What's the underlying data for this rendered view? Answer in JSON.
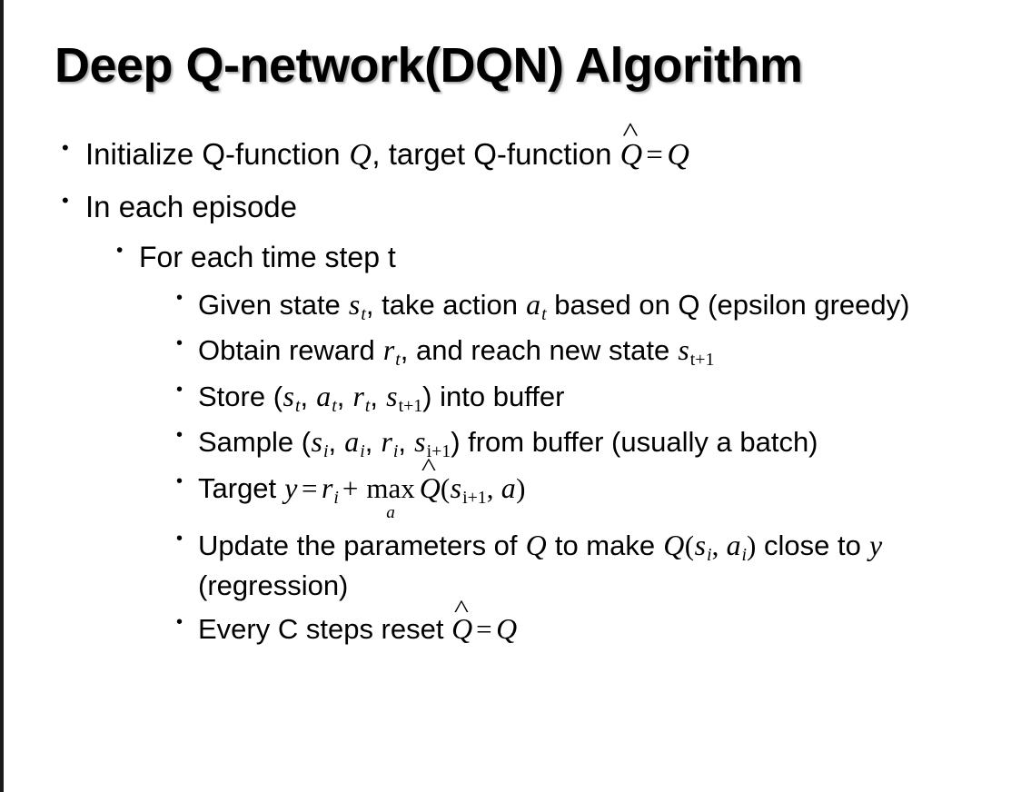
{
  "slide": {
    "title": "Deep Q-network(DQN) Algorithm",
    "background_color": "#ffffff",
    "text_color": "#000000",
    "border_color": "#1a1a1a",
    "bullet_glyph": "•"
  },
  "bullets": {
    "b1_pre": "Initialize Q-function ",
    "b1_q1": "Q",
    "b1_mid": ", target Q-function ",
    "b1_qhat": "Q",
    "b1_eq": "=",
    "b1_q2": "Q",
    "b2": "In each episode",
    "b3": "For each time step t",
    "b4_pre": "Given state ",
    "b4_s": "s",
    "b4_s_sub": "t",
    "b4_mid": ", take action ",
    "b4_a": "a",
    "b4_a_sub": "t",
    "b4_post": " based on Q (epsilon greedy)",
    "b5_pre": "Obtain reward ",
    "b5_r": "r",
    "b5_r_sub": "t",
    "b5_mid": ", and reach new state ",
    "b5_s": "s",
    "b5_s_sub": "t+1",
    "b6_pre": "Store (",
    "b6_s": "s",
    "b6_s_sub": "t",
    "b6_c1": ", ",
    "b6_a": "a",
    "b6_a_sub": "t",
    "b6_c2": ", ",
    "b6_r": "r",
    "b6_r_sub": "t",
    "b6_c3": ", ",
    "b6_s2": "s",
    "b6_s2_sub": "t+1",
    "b6_post": ") into buffer",
    "b7_pre": "Sample (",
    "b7_s": "s",
    "b7_s_sub": "i",
    "b7_c1": ", ",
    "b7_a": "a",
    "b7_a_sub": "i",
    "b7_c2": ", ",
    "b7_r": "r",
    "b7_r_sub": "i",
    "b7_c3": ", ",
    "b7_s2": "s",
    "b7_s2_sub": "i+1",
    "b7_post": ") from buffer (usually a batch)",
    "b8_pre": "Target ",
    "b8_y": "y",
    "b8_eq": "=",
    "b8_r": "r",
    "b8_r_sub": "i",
    "b8_plus": "+",
    "b8_op": "max",
    "b8_op_lim": "a",
    "b8_qhat": "Q",
    "b8_paren_open": "(",
    "b8_s": "s",
    "b8_s_sub": "i+1",
    "b8_comma": ", ",
    "b8_a": "a",
    "b8_paren_close": ")",
    "b9_pre": "Update the parameters of ",
    "b9_q1": "Q",
    "b9_mid": " to make ",
    "b9_q2": "Q",
    "b9_paren_open": "(",
    "b9_s": "s",
    "b9_s_sub": "i",
    "b9_comma": ", ",
    "b9_a": "a",
    "b9_a_sub": "i",
    "b9_paren_close": ")",
    "b9_post": " close to ",
    "b9_y": "y",
    "b9_tail": " (regression)",
    "b10_pre": "Every C steps reset ",
    "b10_qhat": "Q",
    "b10_eq": "=",
    "b10_q": "Q"
  }
}
